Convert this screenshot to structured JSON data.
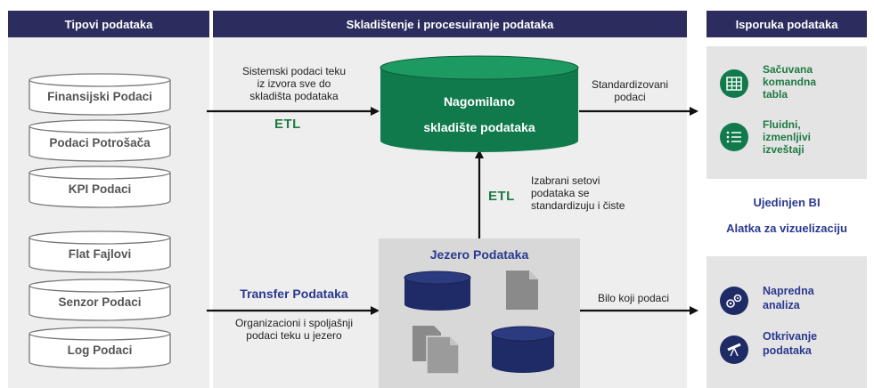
{
  "headers": {
    "types": "Tipovi podataka",
    "storage": "Skladištenje i procesuiranje podataka",
    "delivery": "Isporuka podataka"
  },
  "sources": [
    "Finansijski Podaci",
    "Podaci Potrošača",
    "KPI Podaci",
    "Flat Fajlovi",
    "Senzor Podaci",
    "Log Podaci"
  ],
  "etl_top": {
    "desc_lines": [
      "Sistemski podaci teku",
      "iz izvora sve do",
      "skladišta podataka"
    ],
    "label": "ETL"
  },
  "warehouse": {
    "line1": "Nagomilano",
    "line2": "skladište podataka"
  },
  "standardized": [
    "Standardizovani",
    "podaci"
  ],
  "etl_mid": {
    "label": "ETL",
    "desc_lines": [
      "Izabrani setovi",
      "podataka se",
      "standardizuju i čiste"
    ]
  },
  "lake": {
    "title": "Jezero Podataka"
  },
  "transfer": {
    "title": "Transfer Podataka",
    "desc_lines": [
      "Organizacioni i spoljašnji",
      "podaci teku u jezero"
    ]
  },
  "any_data": "Bilo koji podaci",
  "delivery": {
    "top": [
      {
        "icon": "table-grid-icon",
        "lines": [
          "Sačuvana",
          "komandna",
          "tabla"
        ]
      },
      {
        "icon": "list-icon",
        "lines": [
          "Fluidni,",
          "izmenljivi",
          "izveštaji"
        ]
      }
    ],
    "bi_lines": [
      "Ujedinjen BI",
      "Alatka za vizuelizaciju"
    ],
    "bottom": [
      {
        "icon": "gears-icon",
        "lines": [
          "Napredna",
          "analiza"
        ]
      },
      {
        "icon": "telescope-icon",
        "lines": [
          "Otkrivanje",
          "podataka"
        ]
      }
    ]
  },
  "colors": {
    "header_navy": "#2c2d5e",
    "warehouse_green": "#117a4c",
    "etl_green": "#1e7a45",
    "lake_navy": "#1f2b66",
    "doc_gray": "#8a8a8a"
  }
}
